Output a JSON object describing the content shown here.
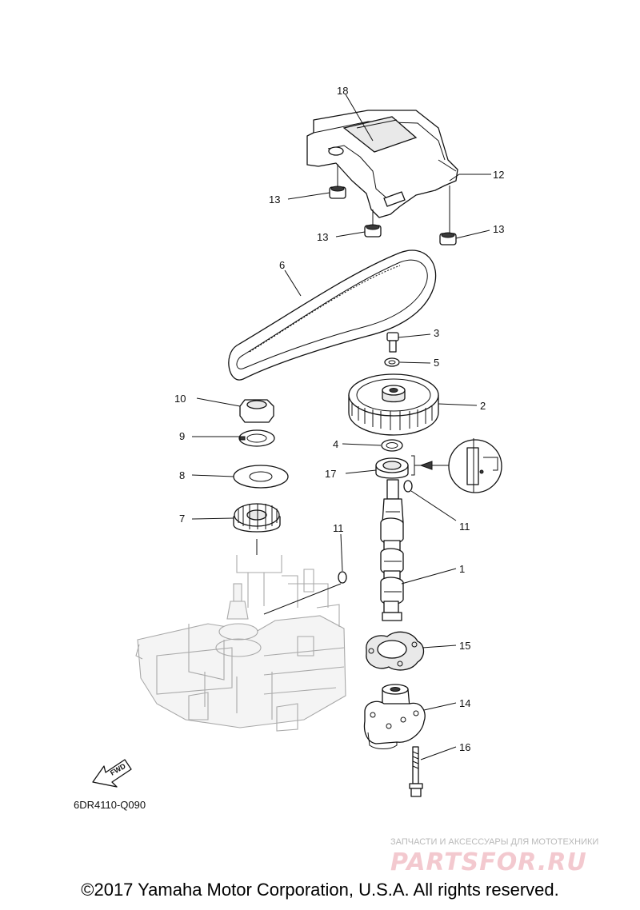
{
  "callouts": {
    "c1": "1",
    "c2": "2",
    "c3": "3",
    "c4": "4",
    "c5": "5",
    "c6": "6",
    "c7": "7",
    "c8": "8",
    "c9": "9",
    "c10": "10",
    "c11a": "11",
    "c11b": "11",
    "c12": "12",
    "c13a": "13",
    "c13b": "13",
    "c13c": "13",
    "c14": "14",
    "c15": "15",
    "c16": "16",
    "c17": "17",
    "c18": "18"
  },
  "diagram_code": "6DR4110-Q090",
  "fwd_label": "FWD",
  "watermark": {
    "tagline": "ЗАПЧАСТИ И АКСЕССУАРЫ ДЛЯ МОТОТЕХНИКИ",
    "logo": "PARTSFOR.RU"
  },
  "copyright": "©2017 Yamaha Motor Corporation, U.S.A. All rights reserved."
}
